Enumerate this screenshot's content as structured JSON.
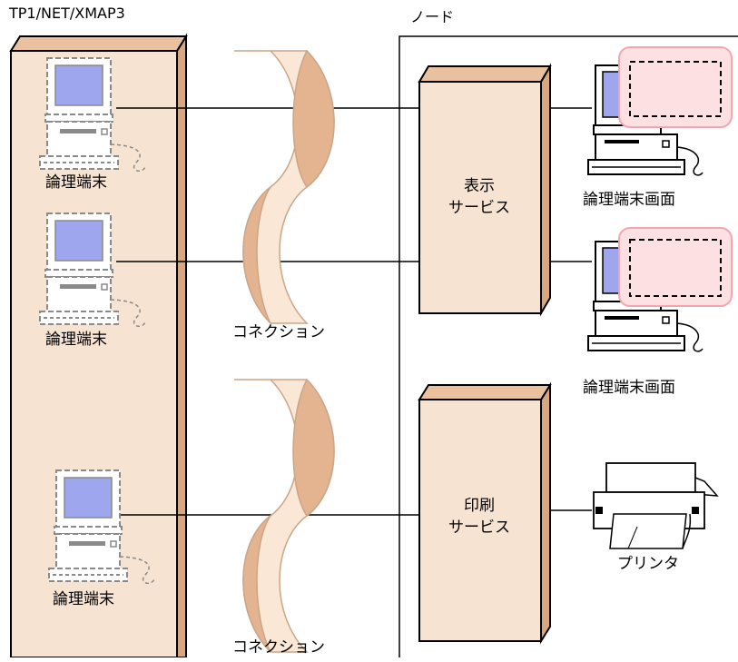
{
  "left_system": {
    "title": "TP1/NET/XMAP3"
  },
  "node": {
    "title": "ノード"
  },
  "logical_terminals": [
    {
      "label": "論理端末"
    },
    {
      "label": "論理端末"
    },
    {
      "label": "論理端末"
    }
  ],
  "connections": [
    {
      "label": "コネクション"
    },
    {
      "label": "コネクション"
    }
  ],
  "services": {
    "display": {
      "label_line1": "表示",
      "label_line2": "サービス"
    },
    "print": {
      "label_line1": "印刷",
      "label_line2": "サービス"
    }
  },
  "screens": [
    {
      "label": "論理端末画面"
    },
    {
      "label": "論理端末画面"
    }
  ],
  "printer": {
    "label": "プリンタ"
  },
  "colors": {
    "box_fill": "#f7e3d2",
    "box_side": "#d8a77f",
    "box_top": "#e9c19f",
    "monitor_screen": "#9ea6ee",
    "dashed_gray": "#8a8a8a",
    "screen_overlay": "#fce0e2",
    "screen_overlay_border": "#f2a7ae",
    "connection_light": "#fbe7d5",
    "connection_dark": "#e3b48f"
  }
}
